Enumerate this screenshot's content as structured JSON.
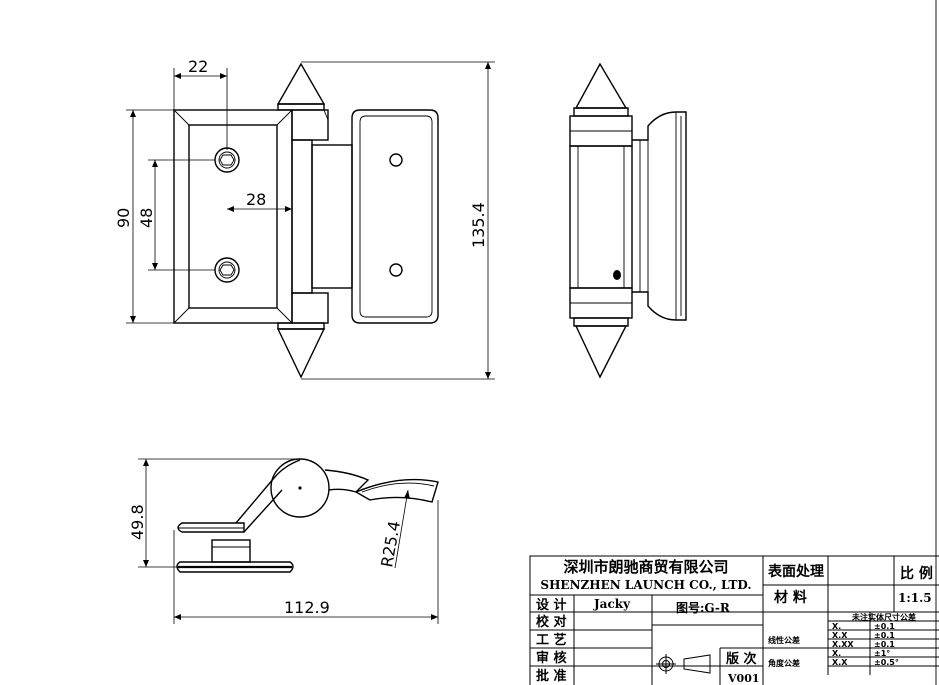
{
  "dimensions": {
    "width_22": "22",
    "height_90": "90",
    "height_48": "48",
    "width_28": "28",
    "height_135_4": "135.4",
    "height_49_8": "49.8",
    "radius_25_4": "R25.4",
    "width_112_9": "112.9"
  },
  "title_block": {
    "company_cn": "深圳市朗驰商贸有限公司",
    "company_en": "SHENZHEN LAUNCH CO., LTD.",
    "surface_treatment_label": "表面处理",
    "scale_label": "比 例",
    "material_label": "材 料",
    "scale_value": "1:1.5",
    "design_label": "设 计",
    "designer_name": "Jacky",
    "drawing_no": "图号:G-R",
    "proofread_label": "校 对",
    "process_label": "工 艺",
    "review_label": "审 核",
    "approve_label": "批 准",
    "version_label": "版 次",
    "version_value": "V001",
    "tolerance_title": "未注实体尺寸公差",
    "linear_tolerance_label": "线性公差",
    "angular_tolerance_label": "角度公差",
    "linear_tolerances": [
      {
        "spec": "X.",
        "value": "±0.1"
      },
      {
        "spec": "X.X",
        "value": "±0.1"
      },
      {
        "spec": "X.XX",
        "value": "±0.1"
      }
    ],
    "angular_tolerances": [
      {
        "spec": "X.",
        "value": "±1°"
      },
      {
        "spec": "X.X",
        "value": "±0.5°"
      }
    ]
  }
}
